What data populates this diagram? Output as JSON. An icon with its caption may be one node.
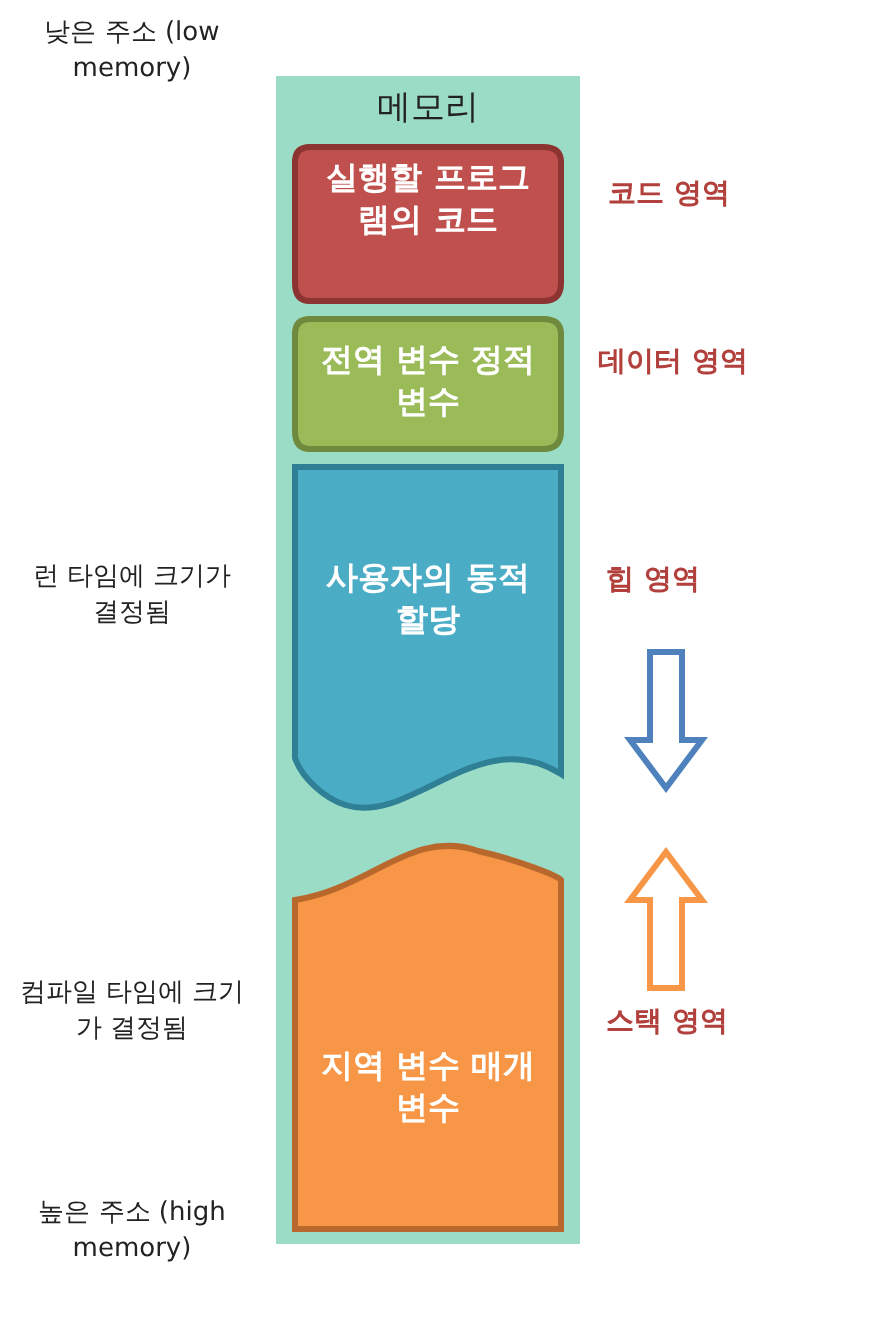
{
  "diagram": {
    "nodes": [
      {
        "text": [
          "메모리"
        ]
      },
      {
        "text": [
          "실행할 프로그램의 코드"
        ],
        "in": 0,
        "beside": [
          "코드 영역"
        ]
      },
      {
        "text": [
          "전역 변수 정적 변수"
        ],
        "in": 0,
        "beside": [
          "데이터 영역"
        ]
      },
      {
        "text": [
          "사용자의 동적 할당"
        ],
        "in": 0,
        "beside": [
          "힙 영역"
        ]
      },
      {
        "text": [
          "지역 변수 매개변수"
        ],
        "in": 0,
        "beside": [
          "스택 영역"
        ]
      }
    ],
    "edges": [],
    "labels": [
      "낮은 주소 (low memory)",
      "런 타임에 크기가 결정됨",
      "컴파일 타임에 크기가 결정됨",
      "높은 주소 (high memory)"
    ]
  }
}
